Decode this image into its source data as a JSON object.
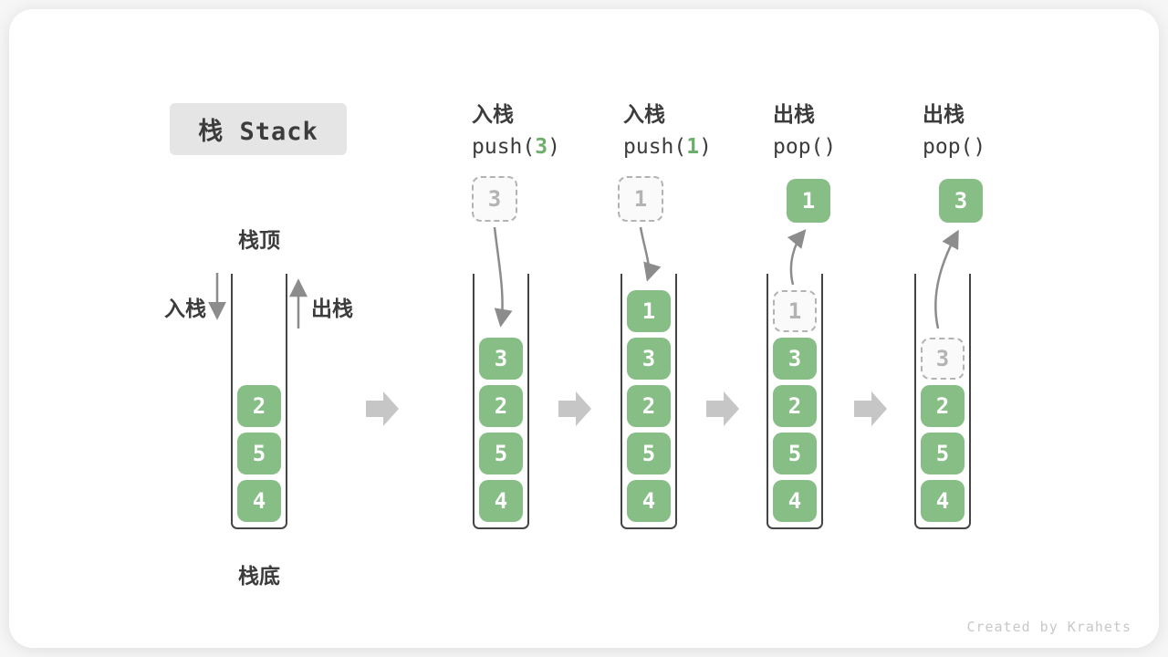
{
  "title": {
    "label": "栈 Stack"
  },
  "legend": {
    "top_label": "栈顶",
    "bottom_label": "栈底",
    "push_label": "入栈",
    "pop_label": "出栈"
  },
  "initial_stack": {
    "items": [
      "2",
      "5",
      "4"
    ]
  },
  "stages": [
    {
      "op_label": "入栈",
      "code": {
        "pre": "push(",
        "arg": "3",
        "post": ")"
      },
      "floating": {
        "value": "3",
        "style": "dashed"
      },
      "items": [
        "3",
        "2",
        "5",
        "4"
      ]
    },
    {
      "op_label": "入栈",
      "code": {
        "pre": "push(",
        "arg": "1",
        "post": ")"
      },
      "floating": {
        "value": "1",
        "style": "dashed"
      },
      "items": [
        "1",
        "3",
        "2",
        "5",
        "4"
      ]
    },
    {
      "op_label": "出栈",
      "code": {
        "pre": "pop(",
        "arg": "",
        "post": ")"
      },
      "floating": {
        "value": "1",
        "style": "solid"
      },
      "items": [
        "1",
        "3",
        "2",
        "5",
        "4"
      ]
    },
    {
      "op_label": "出栈",
      "code": {
        "pre": "pop(",
        "arg": "",
        "post": ")"
      },
      "floating": {
        "value": "3",
        "style": "solid"
      },
      "items": [
        "3",
        "2",
        "5",
        "4"
      ]
    }
  ],
  "watermark": "Created by Krahets",
  "colors": {
    "box_green": "#86be86",
    "code_arg_green": "#6dae6d",
    "ghost_gray": "#b3b3b3",
    "arrow_gray": "#8c8c8c",
    "block_arrow_gray": "#c6c6c6",
    "title_box_bg": "#e5e5e5",
    "text_dark": "#3c3c3c"
  }
}
